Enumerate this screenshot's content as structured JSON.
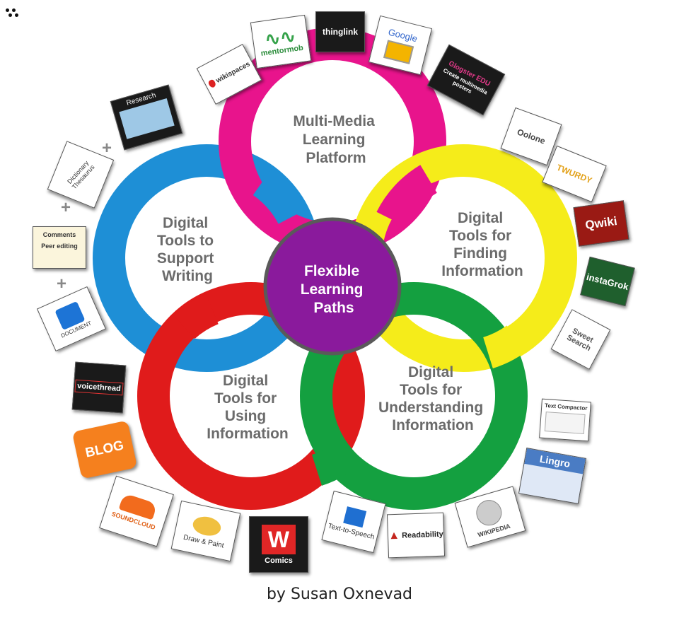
{
  "rings": [
    {
      "id": "writing",
      "label": [
        "Digital",
        "Tools to",
        "Support",
        "Writing"
      ],
      "color": "#1e8fd6"
    },
    {
      "id": "multimedia",
      "label": [
        "Multi-Media",
        "Learning",
        "Platform"
      ],
      "color": "#e8148c"
    },
    {
      "id": "finding",
      "label": [
        "Digital",
        "Tools for",
        "Finding",
        "Information"
      ],
      "color": "#f5ec1a"
    },
    {
      "id": "using",
      "label": [
        "Digital",
        "Tools for",
        "Using",
        "Information"
      ],
      "color": "#e01b1b"
    },
    {
      "id": "understanding",
      "label": [
        "Digital",
        "Tools for",
        "Understanding",
        "Information"
      ],
      "color": "#14a040"
    }
  ],
  "center": {
    "label": [
      "Flexible",
      "Learning",
      "Paths"
    ],
    "color": "#8a1a9c"
  },
  "tiles": {
    "wikispaces": "wikispaces",
    "mentormob": "mentormob",
    "thinglink": "thinglink",
    "google": "Google",
    "glogster": "Glogster EDU",
    "glogster_sub": "Create multimedia posters",
    "oolone": "Oolone",
    "twurdy": "TWURDY",
    "qwiki": "Qwiki",
    "instagrok": "instaGrok",
    "sweetsearch": "Sweet Search",
    "textcompactor": "Text Compactor",
    "lingro": "Lingro",
    "wikipedia": "WIKIPEDIA",
    "readability": "Readability",
    "tts": "Text-to-Speech",
    "comics": "Comics",
    "drawpaint": "Draw & Paint",
    "soundcloud": "SOUNDCLOUD",
    "blog": "BLOG",
    "voicethread": "voicethread",
    "document": "DOCUMENT",
    "comments": "Comments",
    "peer": "Peer editing",
    "dictionary": "Dictionary Thesaurus",
    "research": "Research"
  },
  "plus_sign": "+",
  "credit": "by Susan Oxnevad",
  "colors": {
    "ring_text": "#6b6b6b",
    "center_text": "#ffffff"
  }
}
